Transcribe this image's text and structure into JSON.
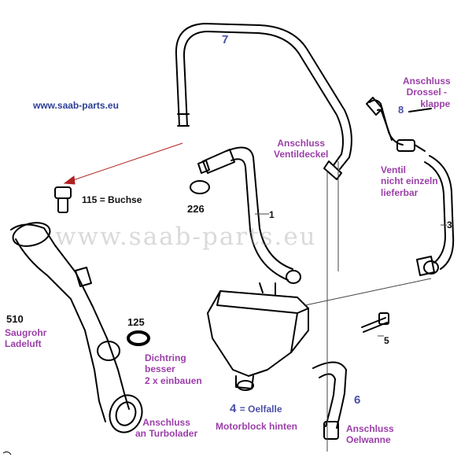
{
  "website": "www.saab-parts.eu",
  "watermark": "www.saab-parts.eu",
  "colors": {
    "label_purple": "#9b3fa8",
    "number_blue": "#4a50a8",
    "link_blue": "#2b3f95",
    "line_art": "#000000",
    "leader_red": "#b02020"
  },
  "parts": {
    "p7": "7",
    "p8": "8",
    "p1": "1",
    "p3": "3",
    "p5": "5",
    "p6": "6",
    "p4": "4",
    "p4_desc": "= Oelfalle",
    "p115": "115 = Buchse",
    "p226": "226",
    "p510": "510",
    "p125": "125"
  },
  "labels": {
    "drossel_1": "Anschluss",
    "drossel_2": "Drossel -",
    "drossel_3": "klappe",
    "ventildeckel_1": "Anschluss",
    "ventildeckel_2": "Ventildeckel",
    "ventil_1": "Ventil",
    "ventil_2": "nicht einzeln",
    "ventil_3": "lieferbar",
    "saugrohr_1": "Saugrohr",
    "saugrohr_2": "Ladeluft",
    "dichtring_1": "Dichtring",
    "dichtring_2": "besser",
    "dichtring_3": "2 x einbauen",
    "turbo_1": "Anschluss",
    "turbo_2": "an Turbolader",
    "motorblock": "Motorblock hinten",
    "oelwanne_1": "Anschluss",
    "oelwanne_2": "Oelwanne"
  }
}
